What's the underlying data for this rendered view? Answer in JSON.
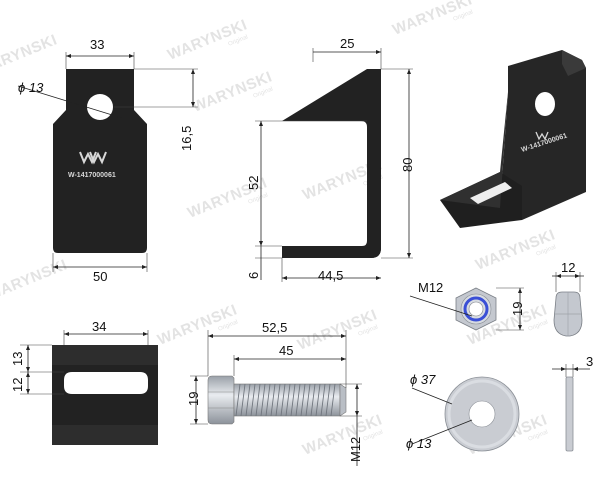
{
  "watermark": {
    "brand": "WARYNSKI",
    "sub": "Original",
    "color": "#e3e3e3"
  },
  "part_code": "W-1417000061",
  "colors": {
    "part": "#222222",
    "part_shade": "#333333",
    "zinc": "#c9ccd2",
    "nut_ring": "#3a4fd6"
  },
  "icons": [
    "waryński-logo-icon"
  ],
  "dimensions": {
    "plate_top_width": "33",
    "hole_diameter": "ϕ 13",
    "hole_to_top": "16,5",
    "plate_width": "50",
    "profile_top": "25",
    "profile_height_inner": "52",
    "profile_height_total": "80",
    "profile_thickness": "6",
    "profile_bottom": "44,5",
    "nut_thread": "M12",
    "nut_size": "19",
    "nut_height": "12",
    "slot_width": "34",
    "slot_top": "13",
    "slot_height": "12",
    "bolt_length_total": "52,5",
    "bolt_thread_length": "45",
    "bolt_head": "19",
    "bolt_thread": "M12",
    "washer_outer": "ϕ 37",
    "washer_inner": "ϕ 13",
    "washer_thickness": "3"
  }
}
